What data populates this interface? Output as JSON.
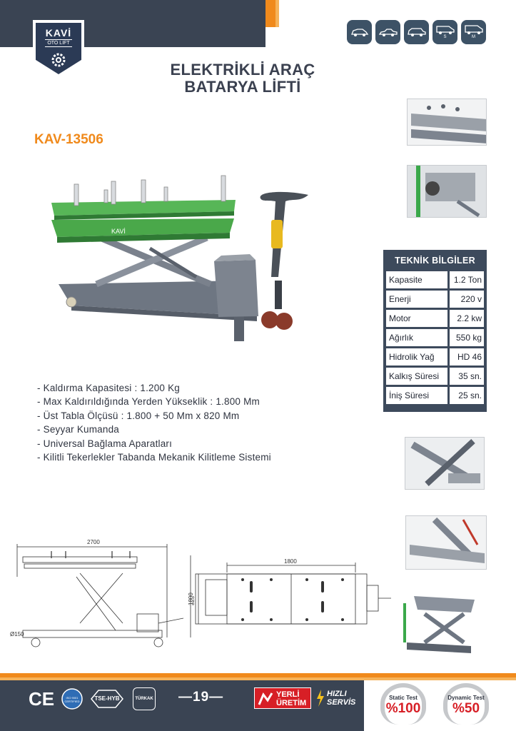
{
  "header": {
    "logo": {
      "brand": "KAVİ",
      "sub": "OTO LİFT"
    },
    "vehicle_icons": [
      {
        "name": "hatchback-icon",
        "label": ""
      },
      {
        "name": "sedan-icon",
        "label": ""
      },
      {
        "name": "suv-icon",
        "label": ""
      },
      {
        "name": "van-s-icon",
        "label": "S"
      },
      {
        "name": "van-m-icon",
        "label": "M"
      }
    ],
    "title_line1": "ELEKTRİKLİ ARAÇ",
    "title_line2": "BATARYA LİFTİ",
    "model": "KAV-13506"
  },
  "product": {
    "brand_on_machine": "KAVİ"
  },
  "features": [
    "- Kaldırma Kapasitesi : 1.200 Kg",
    "- Max Kaldırıldığında Yerden Yükseklik : 1.800 Mm",
    "- Üst Tabla Ölçüsü : 1.800 + 50 Mm x 820 Mm",
    "- Seyyar Kumanda",
    "- Universal Bağlama Aparatları",
    "- Kilitli Tekerlekler Tabanda Mekanik Kilitleme Sistemi"
  ],
  "spec_table": {
    "title": "TEKNİK BİLGİLER",
    "rows": [
      {
        "key": "Kapasite",
        "value": "1.2 Ton"
      },
      {
        "key": "Enerji",
        "value": "220 v"
      },
      {
        "key": "Motor",
        "value": "2.2 kw"
      },
      {
        "key": "Ağırlık",
        "value": "550 kg"
      },
      {
        "key": "Hidrolik Yağ",
        "value": "HD 46"
      },
      {
        "key": "Kalkış Süresi",
        "value": "35 sn."
      },
      {
        "key": "İniş Süresi",
        "value": "25 sn."
      }
    ]
  },
  "drawings": {
    "side_width": "2700",
    "side_height": "1800",
    "wheel_dia": "Ø150",
    "top_length": "1800",
    "top_width": "820"
  },
  "footer": {
    "certs": [
      "CE",
      "ISO 9001 CERTIFIED",
      "TSE-HYB",
      "TÜRKAK"
    ],
    "page_number": "—19—",
    "yerli_line1": "YERLİ",
    "yerli_line2": "ÜRETİM",
    "hizli_line1": "HIZLI",
    "hizli_line2": "SERVİS",
    "static_test_label": "Static Test",
    "static_test_value": "%100",
    "dynamic_test_label": "Dynamic Test",
    "dynamic_test_value": "%50"
  },
  "colors": {
    "navy": "#3a4453",
    "orange": "#f08a1c",
    "machine_green": "#4aa84a",
    "machine_gray": "#6e7682",
    "red": "#d71f26"
  }
}
